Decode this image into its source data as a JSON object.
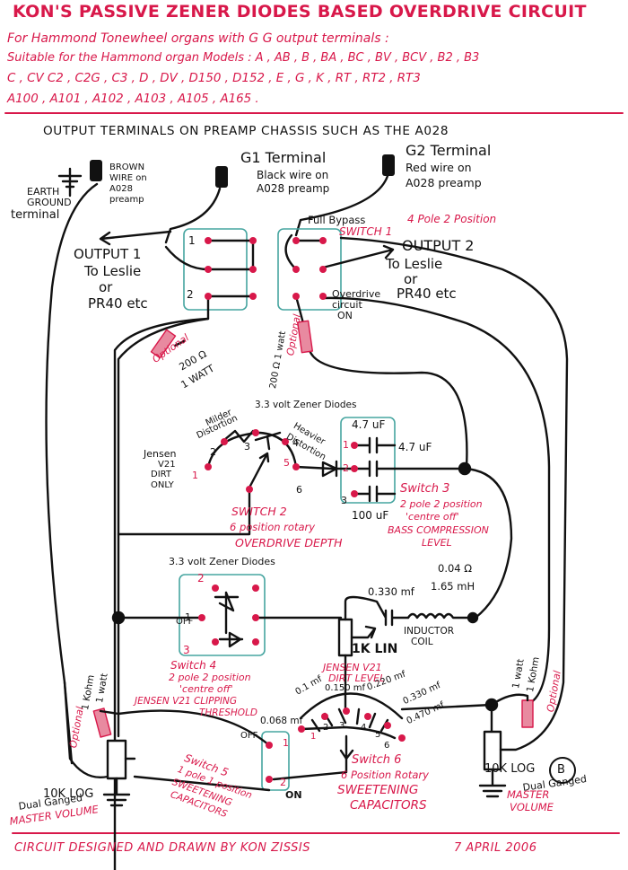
{
  "title": "KON'S PASSIVE ZENER DIODES BASED OVERDRIVE CIRCUIT",
  "subtitle": [
    "For Hammond Tonewheel organs with G G output terminals :",
    "Suitable for the Hammond organ Models : A , AB , B , BA , BC , BV , BCV , B2 , B3",
    "C , CV  C2 , C2G , C3 , D , DV , D150 , D152 , E , G , K , RT , RT2 , RT3",
    "A100 , A101 , A102 , A103 , A105 , A165 ."
  ],
  "heading": "OUTPUT TERMINALS ON PREAMP CHASSIS SUCH AS THE A028",
  "terminals": {
    "earth": [
      "EARTH",
      "GROUND",
      "terminal"
    ],
    "brown": [
      "BROWN",
      "WIRE on",
      "A028",
      "preamp"
    ],
    "g1_title": "G1 Terminal",
    "g1": [
      "Black wire on",
      "A028 preamp"
    ],
    "g2_title": "G2 Terminal",
    "g2": [
      "Red wire on",
      "A028 preamp"
    ]
  },
  "switch1": {
    "label": "SWITCH 1",
    "desc": "4 Pole 2 Position",
    "bypass": "Full Bypass",
    "overdrive": [
      "Overdrive",
      "circuit",
      "ON"
    ],
    "pos1": "1",
    "pos2": "2"
  },
  "output1": {
    "title": "OUTPUT 1",
    "lines": [
      "To Leslie",
      "or",
      "PR40 etc"
    ]
  },
  "output2": {
    "title": "OUTPUT 2",
    "lines": [
      "To Leslie",
      "or",
      "PR40 etc"
    ]
  },
  "resistor_left": {
    "opt": "Optional",
    "value": "200 Ω",
    "watt": "1 WATT"
  },
  "resistor_mid": {
    "opt": "Optional",
    "value": "200 Ω 1 watt"
  },
  "switch2": {
    "zener": "3.3 volt Zener Diodes",
    "milder": [
      "Milder",
      "Distortion"
    ],
    "heavier": [
      "Heavier",
      "Distortion"
    ],
    "jensen": [
      "Jensen",
      "V21",
      "DIRT",
      "ONLY"
    ],
    "positions": [
      "1",
      "2",
      "3",
      "4",
      "5",
      "6"
    ],
    "label": "SWITCH 2",
    "desc": "6 position rotary",
    "name": "OVERDRIVE DEPTH"
  },
  "switch3": {
    "caps": [
      "4.7 uF",
      "4.7 uF",
      "100 uF"
    ],
    "pos": [
      "1",
      "2",
      "3"
    ],
    "label": "Switch 3",
    "desc": [
      "2 pole 2 position",
      "'centre off'"
    ],
    "name": [
      "BASS COMPRESSION",
      "LEVEL"
    ]
  },
  "switch4": {
    "zener": "3.3 volt Zener Diodes",
    "pos": [
      "1",
      "2",
      "3"
    ],
    "off": "OFF",
    "label": "Switch 4",
    "desc": [
      "2 pole 2 position",
      "'centre off'"
    ],
    "name": [
      "JENSEN V21 CLIPPING",
      "THRESHOLD"
    ]
  },
  "inductor": {
    "cap": "0.330 mf",
    "ohm": "0.04 Ω",
    "mh": "1.65 mH",
    "name": [
      "INDUCTOR",
      "COIL"
    ]
  },
  "dirt_pot": {
    "value": "1K LIN",
    "name": [
      "JENSEN V21",
      "DIRT LEVEL"
    ]
  },
  "switch6": {
    "caps": [
      "0.068 mf",
      "0.1 mf",
      "0.150 mf",
      "0.220 mf",
      "0.330 mf",
      "0.470 mf"
    ],
    "pos": [
      "1",
      "2",
      "3",
      "4",
      "5",
      "6"
    ],
    "label": "Switch 6",
    "desc": "6 Position Rotary",
    "name": [
      "SWEETENING",
      "CAPACITORS"
    ]
  },
  "switch5": {
    "off": "OFF",
    "on": "ON",
    "pos": [
      "1",
      "2"
    ],
    "label": "Switch 5",
    "desc": "1 pole 1 position",
    "name": [
      "SWEETENING",
      "CAPACITORS"
    ]
  },
  "volume_left": {
    "opt": "Optional",
    "res": [
      "1 Kohm",
      "1 watt"
    ],
    "value": "10K LOG",
    "type": "Dual Ganged",
    "name": "MASTER VOLUME"
  },
  "volume_right": {
    "opt": "Optional",
    "res": [
      "1 Kohm",
      "1 watt"
    ],
    "value": "10K LOG",
    "marker": "B",
    "type": "Dual Ganged",
    "name": [
      "MASTER",
      "VOLUME"
    ]
  },
  "footer": {
    "credit": "CIRCUIT DESIGNED AND DRAWN BY KON ZISSIS",
    "date": "7 APRIL 2006"
  },
  "colors": {
    "red": "#d8184a",
    "black": "#111111",
    "teal": "#46a5a0",
    "pink": "#e88aa0"
  }
}
